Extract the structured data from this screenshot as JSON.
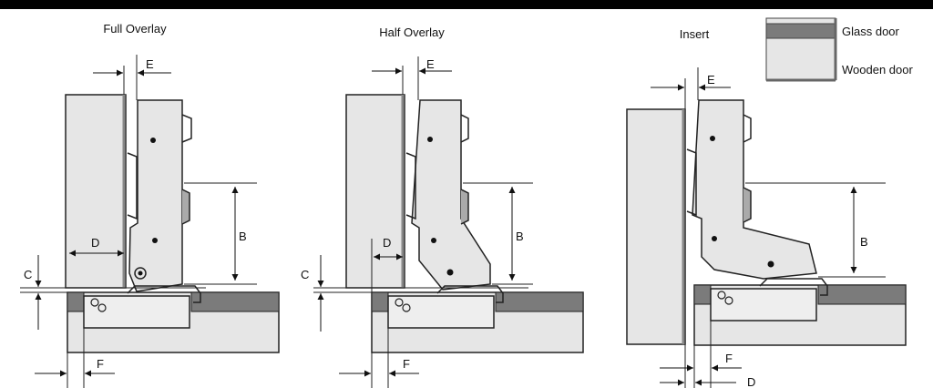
{
  "titles": {
    "full_overlay": "Full Overlay",
    "half_overlay": "Half Overlay",
    "insert": "Insert"
  },
  "legend": {
    "glass_door": "Glass door",
    "wooden_door": "Wooden door"
  },
  "dimension_labels": {
    "B": "B",
    "C": "C",
    "D": "D",
    "E": "E",
    "F": "F"
  },
  "colors": {
    "panel_fill": "#e6e6e6",
    "glass_gray": "#7b7b7b",
    "outline": "#222222",
    "black_band": "#000000"
  }
}
